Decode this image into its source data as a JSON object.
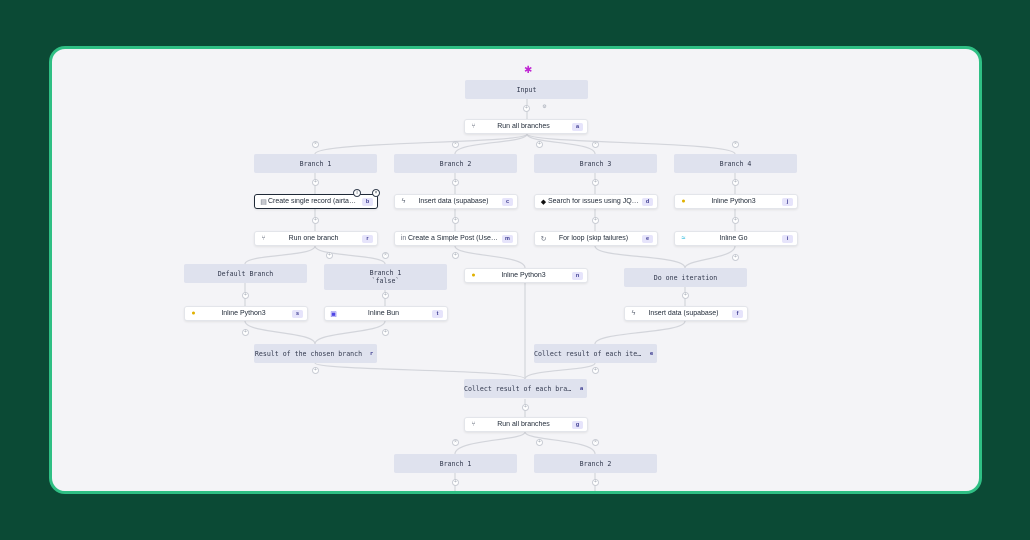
{
  "flow": {
    "input_label": "Input",
    "run_all_1": {
      "label": "Run all branches",
      "badge": "a"
    },
    "branches_top": [
      {
        "label": "Branch 1"
      },
      {
        "label": "Branch 2"
      },
      {
        "label": "Branch 3"
      },
      {
        "label": "Branch 4"
      }
    ],
    "row1_steps": [
      {
        "label": "Create single record (airtable)",
        "badge": "b",
        "icon": "airtable-icon"
      },
      {
        "label": "Insert data (supabase)",
        "badge": "c",
        "icon": "supabase-icon"
      },
      {
        "label": "Search for issues using JQL (...",
        "badge": "d",
        "icon": "jira-icon"
      },
      {
        "label": "Inline Python3",
        "badge": "j",
        "icon": "python-icon"
      }
    ],
    "row2_steps": [
      {
        "label": "Run one branch",
        "badge": "r",
        "icon": "branch-icon"
      },
      {
        "label": "Create a Simple Post (User) (...",
        "badge": "m",
        "icon": "linkedin-icon"
      },
      {
        "label": "For loop (skip failures)",
        "badge": "e",
        "icon": "loop-icon"
      },
      {
        "label": "Inline Go",
        "badge": "i",
        "icon": "go-icon"
      }
    ],
    "default_branch": "Default Branch",
    "branch1_false": {
      "line1": "Branch 1",
      "line2": "`false`"
    },
    "inline_python_n": {
      "label": "Inline Python3",
      "badge": "n"
    },
    "do_one_iteration": "Do one iteration",
    "inline_python_s": {
      "label": "Inline Python3",
      "badge": "s"
    },
    "inline_bun": {
      "label": "Inline Bun",
      "badge": "t"
    },
    "insert_supabase_f": {
      "label": "Insert data (supabase)",
      "badge": "f"
    },
    "result_chosen": {
      "label": "Result of the chosen branch",
      "badge": "r"
    },
    "collect_iter": {
      "label": "Collect result of each iterat",
      "badge": "e"
    },
    "collect_branch": {
      "label": "Collect result of each branch",
      "badge": "a"
    },
    "run_all_2": {
      "label": "Run all branches",
      "badge": "g"
    },
    "branches_bottom": [
      {
        "label": "Branch 1"
      },
      {
        "label": "Branch 2"
      }
    ],
    "colors": {
      "accent": "#2fbf84",
      "background": "#0b4a35",
      "badge": "#e6e4fb"
    }
  }
}
